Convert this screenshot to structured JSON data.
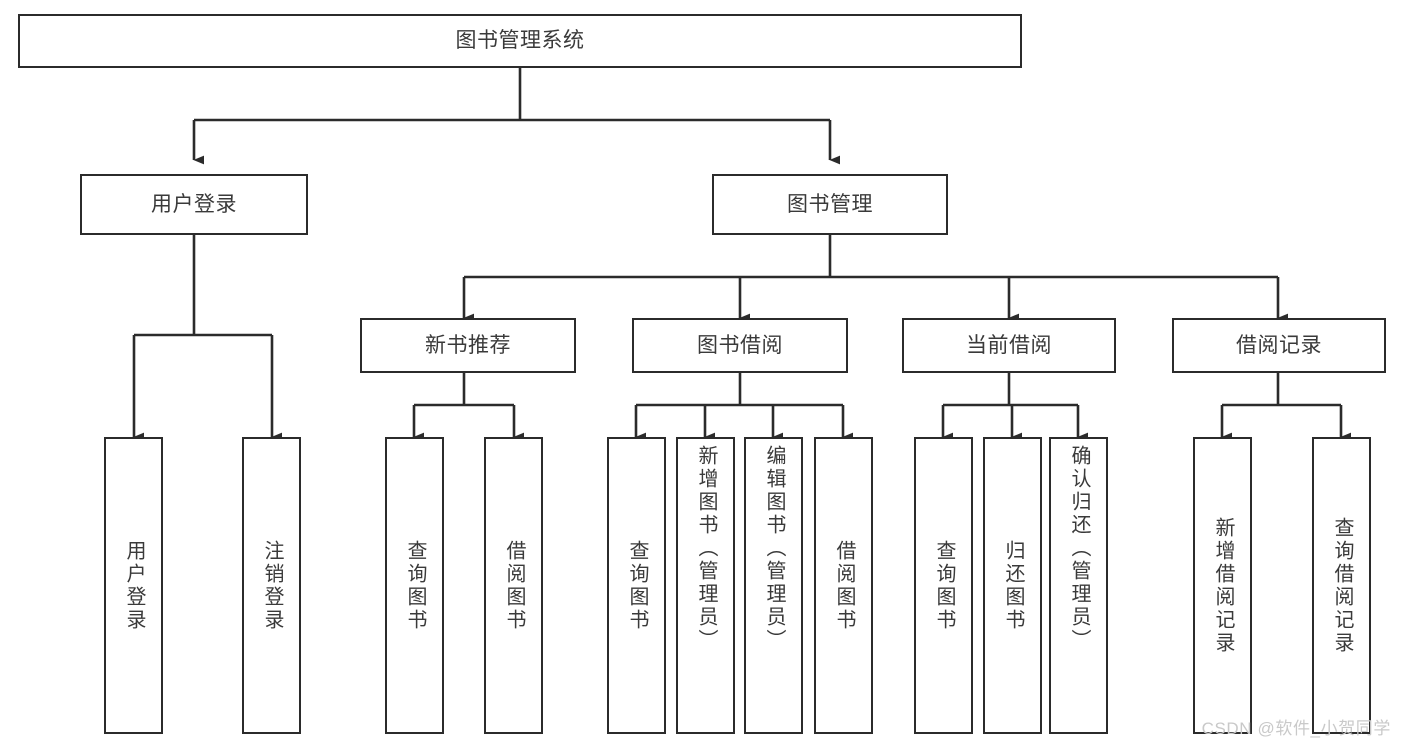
{
  "diagram": {
    "type": "tree-hierarchy-chart",
    "title": "图书管理系统",
    "line_color": "#2b2b2b",
    "box_fill": "#ffffff",
    "text_color": "#3a3a3a",
    "background": "#ffffff",
    "levels": {
      "root": {
        "label": "图书管理系统"
      },
      "level2": [
        {
          "id": "user-login",
          "label": "用户登录"
        },
        {
          "id": "book-management",
          "label": "图书管理"
        }
      ],
      "level3": [
        {
          "id": "new-book-recommend",
          "label": "新书推荐",
          "parent": "book-management"
        },
        {
          "id": "book-borrow",
          "label": "图书借阅",
          "parent": "book-management"
        },
        {
          "id": "current-borrow",
          "label": "当前借阅",
          "parent": "book-management"
        },
        {
          "id": "borrow-record",
          "label": "借阅记录",
          "parent": "book-management"
        }
      ],
      "leaves": [
        {
          "id": "leaf-user-login",
          "label": "用户登录",
          "parent": "user-login"
        },
        {
          "id": "leaf-logout-login",
          "label": "注销登录",
          "parent": "user-login"
        },
        {
          "id": "leaf-query-book-1",
          "label": "查询图书",
          "parent": "new-book-recommend"
        },
        {
          "id": "leaf-borrow-book-1",
          "label": "借阅图书",
          "parent": "new-book-recommend"
        },
        {
          "id": "leaf-query-book-2",
          "label": "查询图书",
          "parent": "book-borrow"
        },
        {
          "id": "leaf-add-book",
          "label": "新增图书（管理员）",
          "parent": "book-borrow"
        },
        {
          "id": "leaf-edit-book",
          "label": "编辑图书（管理员）",
          "parent": "book-borrow"
        },
        {
          "id": "leaf-borrow-book-2",
          "label": "借阅图书",
          "parent": "book-borrow"
        },
        {
          "id": "leaf-query-book-3",
          "label": "查询图书",
          "parent": "current-borrow"
        },
        {
          "id": "leaf-return-book",
          "label": "归还图书",
          "parent": "current-borrow"
        },
        {
          "id": "leaf-confirm-return",
          "label": "确认归还（管理员）",
          "parent": "current-borrow"
        },
        {
          "id": "leaf-add-record",
          "label": "新增借阅记录",
          "parent": "borrow-record"
        },
        {
          "id": "leaf-query-record",
          "label": "查询借阅记录",
          "parent": "borrow-record"
        }
      ]
    }
  },
  "watermark": {
    "text": "CSDN @软件_小贺同学"
  }
}
